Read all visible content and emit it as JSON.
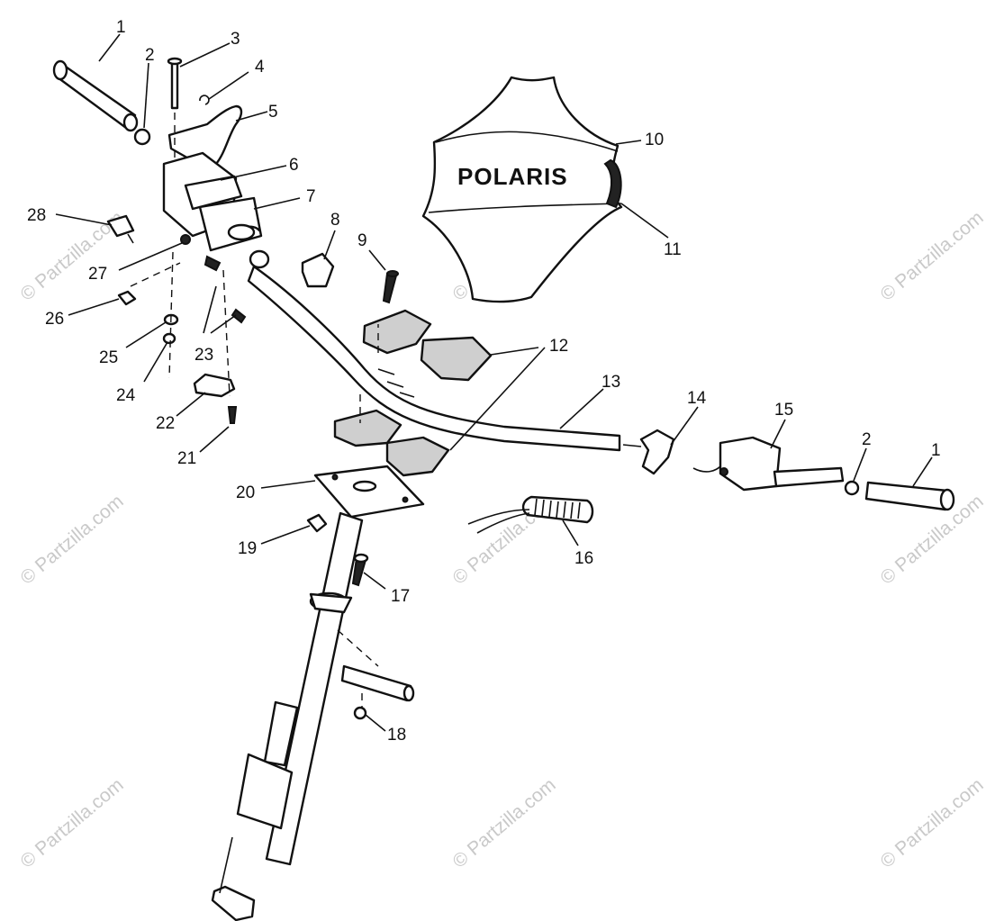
{
  "diagram": {
    "logo_text": "POLARIS",
    "watermark": "© Partzilla.com",
    "callouts": [
      {
        "id": "c1a",
        "label": "1"
      },
      {
        "id": "c2a",
        "label": "2"
      },
      {
        "id": "c3",
        "label": "3"
      },
      {
        "id": "c4",
        "label": "4"
      },
      {
        "id": "c5",
        "label": "5"
      },
      {
        "id": "c6",
        "label": "6"
      },
      {
        "id": "c7",
        "label": "7"
      },
      {
        "id": "c8",
        "label": "8"
      },
      {
        "id": "c9",
        "label": "9"
      },
      {
        "id": "c10",
        "label": "10"
      },
      {
        "id": "c11",
        "label": "11"
      },
      {
        "id": "c12",
        "label": "12"
      },
      {
        "id": "c13",
        "label": "13"
      },
      {
        "id": "c14",
        "label": "14"
      },
      {
        "id": "c15",
        "label": "15"
      },
      {
        "id": "c2b",
        "label": "2"
      },
      {
        "id": "c1b",
        "label": "1"
      },
      {
        "id": "c16",
        "label": "16"
      },
      {
        "id": "c17",
        "label": "17"
      },
      {
        "id": "c18",
        "label": "18"
      },
      {
        "id": "c19",
        "label": "19"
      },
      {
        "id": "c20",
        "label": "20"
      },
      {
        "id": "c21",
        "label": "21"
      },
      {
        "id": "c22",
        "label": "22"
      },
      {
        "id": "c23",
        "label": "23"
      },
      {
        "id": "c24",
        "label": "24"
      },
      {
        "id": "c25",
        "label": "25"
      },
      {
        "id": "c26",
        "label": "26"
      },
      {
        "id": "c27",
        "label": "27"
      },
      {
        "id": "c28",
        "label": "28"
      }
    ]
  }
}
